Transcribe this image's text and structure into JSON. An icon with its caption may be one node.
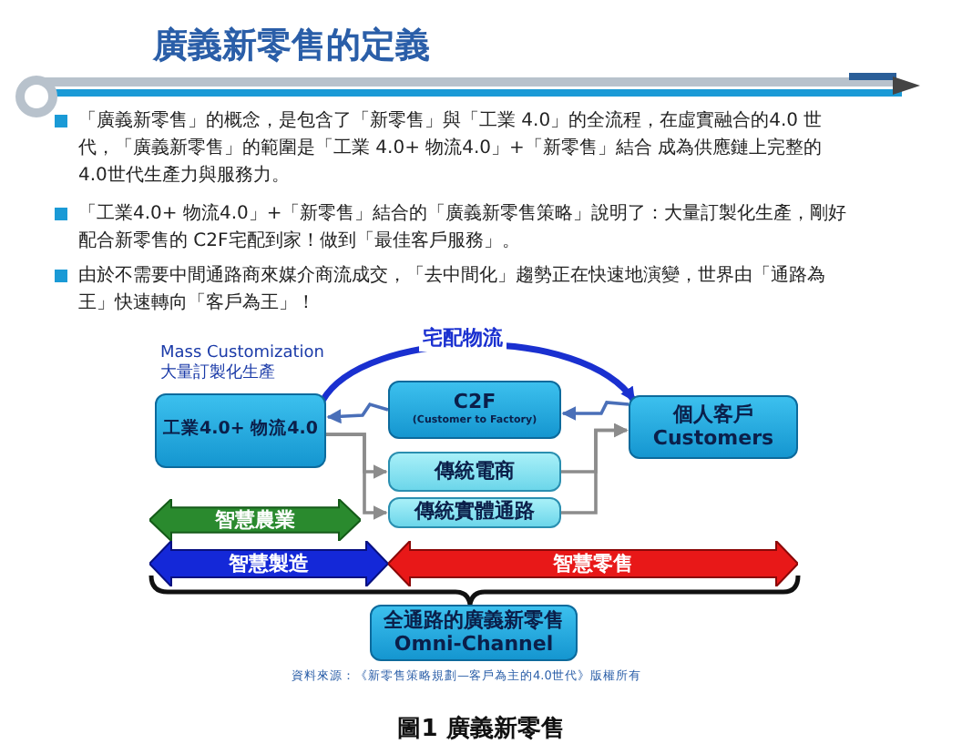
{
  "diagram": {
    "title": "廣義新零售的定義",
    "caption": "圖1 廣義新零售",
    "nodes": [
      {
        "text": [
          "工業4.0+ 物流4.0"
        ],
        "beside": [
          "Mass Customization",
          "大量訂製化生產"
        ]
      },
      {
        "text": [
          "C2F",
          "(Customer to Factory)"
        ]
      },
      {
        "text": [
          "個人客戶 Customers"
        ]
      },
      {
        "text": [
          "傳統電商"
        ]
      },
      {
        "text": [
          "傳統實體通路"
        ]
      },
      {
        "text": [
          "智慧農業"
        ]
      },
      {
        "text": [
          "智慧製造"
        ]
      },
      {
        "text": [
          "智慧零售"
        ]
      },
      {
        "text": [
          "全通路的廣義新零售 Omni-Channel"
        ]
      }
    ],
    "edges": [
      {
        "from": 0,
        "to": 2,
        "arrow": "to",
        "label": "宅配物流",
        "style": "thick",
        "color": "#1a30d0"
      },
      {
        "from": 1,
        "to": 0,
        "arrow": "to",
        "color": "#4a6fb8"
      },
      {
        "from": 2,
        "to": 1,
        "arrow": "to",
        "color": "#4a6fb8"
      },
      {
        "from": 0,
        "to": 3,
        "arrow": "to"
      },
      {
        "from": 0,
        "to": 4,
        "arrow": "to"
      },
      {
        "from": 3,
        "to": 2,
        "arrow": "to"
      },
      {
        "from": 4,
        "to": 2,
        "arrow": "to"
      }
    ],
    "labels": [
      "「廣義新零售」的概念，是包含了「新零售」與「工業 4.0」的全流程，在虛實融合的4.0 世代，「廣義新零售」的範圍是「工業 4.0+ 物流4.0」+「新零售」結合 成為供應鏈上完整的4.0世代生產力與服務力。",
      "「工業4.0+ 物流4.0」+「新零售」結合的「廣義新零售策略」說明了：大量訂製化生產，剛好配合新零售的 C2F宅配到家！做到「最佳客戶服務」。",
      "由於不需要中間通路商來媒介商流成交，「去中間化」趨勢正在快速地演變，世界由「通路為王」快速轉向「客戶為王」！",
      "資料來源：《新零售策略規劃—客戶為主的4.0世代》版權所有"
    ]
  }
}
